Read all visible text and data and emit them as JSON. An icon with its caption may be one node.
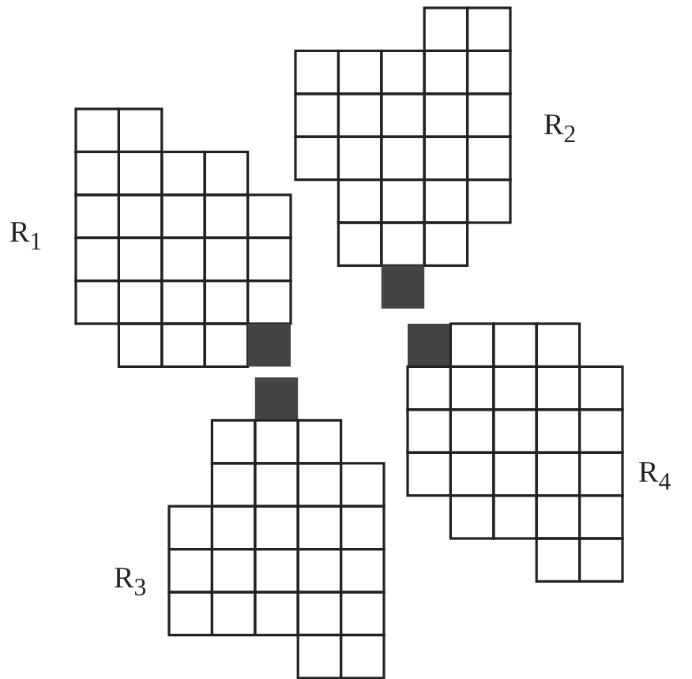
{
  "diagram": {
    "labels": [
      "R$_{1}$",
      "R$_{2}$",
      "R$_{3}$",
      "R$_{4}$"
    ]
  }
}
